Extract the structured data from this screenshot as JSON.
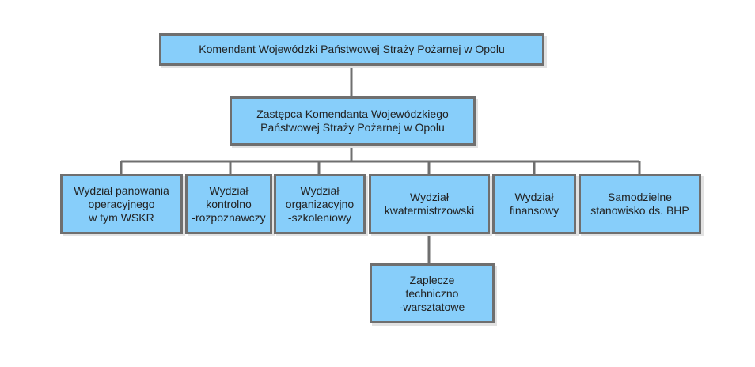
{
  "org_chart": {
    "colors": {
      "box_fill": "#87cefa",
      "box_border": "#6f6f6f",
      "connector": "#6f6f6f"
    },
    "commander": "Komendant Wojewódzki Państwowej Straży Pożarnej w Opolu",
    "deputy": "Zastępca Komendanta Wojewódzkiego\nPaństwowej Straży Pożarnej w Opolu",
    "departments": [
      "Wydział panowania\noperacyjnego\nw tym WSKR",
      "Wydział\nkontrolno\n-rozpoznawczy",
      "Wydział\norganizacyjno\n-szkoleniowy",
      "Wydział\nkwatermistrzowski",
      "Wydział\nfinansowy",
      "Samodzielne\nstanowisko ds. BHP"
    ],
    "sub_unit": "Zaplecze\ntechniczno\n-warsztatowe"
  }
}
